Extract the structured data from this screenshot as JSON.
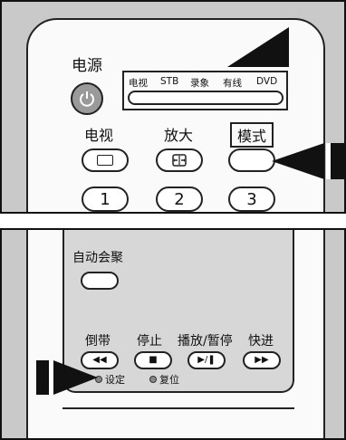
{
  "top": {
    "power_label": "电源",
    "mode_strip": [
      "电视",
      "STB",
      "录象",
      "有线",
      "DVD"
    ],
    "tv_label": "电视",
    "zoom_label": "放大",
    "mode_label": "模式",
    "numbers": [
      "1",
      "2",
      "3"
    ]
  },
  "bottom": {
    "convergence_label": "自动会聚",
    "rewind_label": "倒带",
    "stop_label": "停止",
    "playpause_label": "播放/暂停",
    "ff_label": "快进",
    "rewind_symbol": "◀◀",
    "stop_symbol": "■",
    "playpause_symbol": "▶/❚",
    "ff_symbol": "▶▶",
    "set_label": "设定",
    "reset_label": "复位"
  },
  "colors": {
    "panel_bg": "#c9c9c9",
    "arrow": "#111111"
  }
}
